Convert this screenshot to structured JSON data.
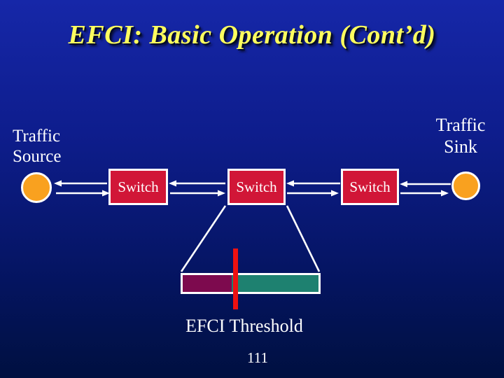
{
  "slide": {
    "title": "EFCI: Basic Operation (Cont’d)",
    "page_number": "111"
  },
  "diagram": {
    "source_label": "Traffic\nSource",
    "sink_label": "Traffic\nSink",
    "switches": [
      {
        "label": "Switch"
      },
      {
        "label": "Switch"
      },
      {
        "label": "Switch"
      }
    ],
    "threshold_label": "EFCI Threshold",
    "colors": {
      "background_top": "#1627a8",
      "background_bottom": "#001040",
      "title_text": "#ffff5e",
      "switch_fill": "#d11637",
      "endpoint_fill": "#f9a11f",
      "connector": "#ffffff",
      "buffer_filled_segment": "#7d0a4e",
      "buffer_free_segment": "#1e8170",
      "threshold_marker": "#ee1111"
    }
  }
}
